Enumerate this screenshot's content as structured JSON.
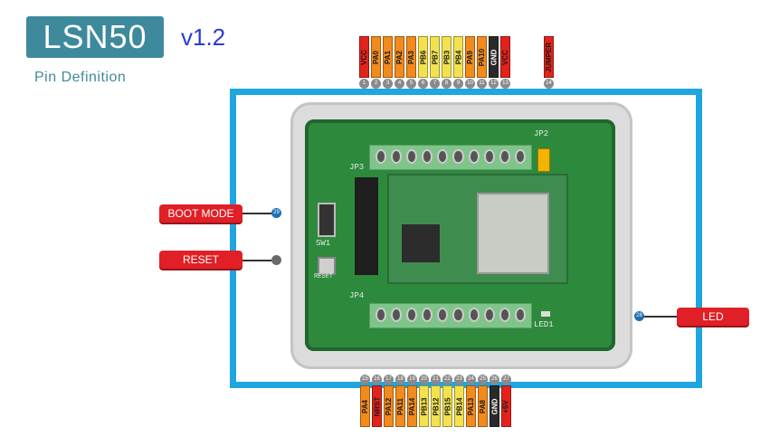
{
  "header": {
    "logo": "LSN50",
    "version": "v1.2",
    "subtitle": "Pin Definition"
  },
  "board": {
    "silkscreen": [
      "JP2",
      "JP3",
      "JP4",
      "LED1",
      "SW1",
      "RESET"
    ]
  },
  "top_pins": [
    {
      "label": "VCC",
      "num": "1",
      "color": "#e3231b"
    },
    {
      "label": "PA0",
      "num": "2",
      "color": "#f28a1c"
    },
    {
      "label": "PA1",
      "num": "3",
      "color": "#f28a1c"
    },
    {
      "label": "PA2",
      "num": "4",
      "color": "#f28a1c"
    },
    {
      "label": "PA3",
      "num": "5",
      "color": "#f28a1c"
    },
    {
      "label": "PB6",
      "num": "6",
      "color": "#f3e24e"
    },
    {
      "label": "PB7",
      "num": "7",
      "color": "#f3e24e"
    },
    {
      "label": "PB3",
      "num": "8",
      "color": "#f3e24e"
    },
    {
      "label": "PB4",
      "num": "9",
      "color": "#f3e24e"
    },
    {
      "label": "PA9",
      "num": "10",
      "color": "#f28a1c"
    },
    {
      "label": "PA10",
      "num": "11",
      "color": "#f28a1c"
    },
    {
      "label": "GND",
      "num": "12",
      "color": "#2a2a2a"
    },
    {
      "label": "VCC",
      "num": "13",
      "color": "#e3231b"
    },
    {
      "label": "JUMPER",
      "num": "14",
      "color": "#e3231b"
    }
  ],
  "bottom_pins": [
    {
      "label": "PA4",
      "num": "15",
      "color": "#f28a1c"
    },
    {
      "label": "NRST",
      "num": "16",
      "color": "#e3231b"
    },
    {
      "label": "PA12",
      "num": "17",
      "color": "#f28a1c"
    },
    {
      "label": "PA11",
      "num": "18",
      "color": "#f28a1c"
    },
    {
      "label": "PA14",
      "num": "19",
      "color": "#f28a1c"
    },
    {
      "label": "PB13",
      "num": "20",
      "color": "#f3e24e"
    },
    {
      "label": "PB12",
      "num": "21",
      "color": "#f3e24e"
    },
    {
      "label": "PB15",
      "num": "22",
      "color": "#f3e24e"
    },
    {
      "label": "PB14",
      "num": "23",
      "color": "#f3e24e"
    },
    {
      "label": "PA13",
      "num": "24",
      "color": "#f28a1c"
    },
    {
      "label": "PA8",
      "num": "25",
      "color": "#f28a1c"
    },
    {
      "label": "GND",
      "num": "26",
      "color": "#2a2a2a"
    },
    {
      "label": "+5V",
      "num": "27",
      "color": "#e3231b"
    }
  ],
  "callouts": {
    "boot_mode": {
      "label": "BOOT MODE",
      "num": "29"
    },
    "reset": {
      "label": "RESET",
      "num": ""
    },
    "led": {
      "label": "LED",
      "num": "28"
    }
  },
  "colors": {
    "frame": "#1fa5df",
    "accent": "#3e8a9c",
    "callout": "#e01f26"
  }
}
